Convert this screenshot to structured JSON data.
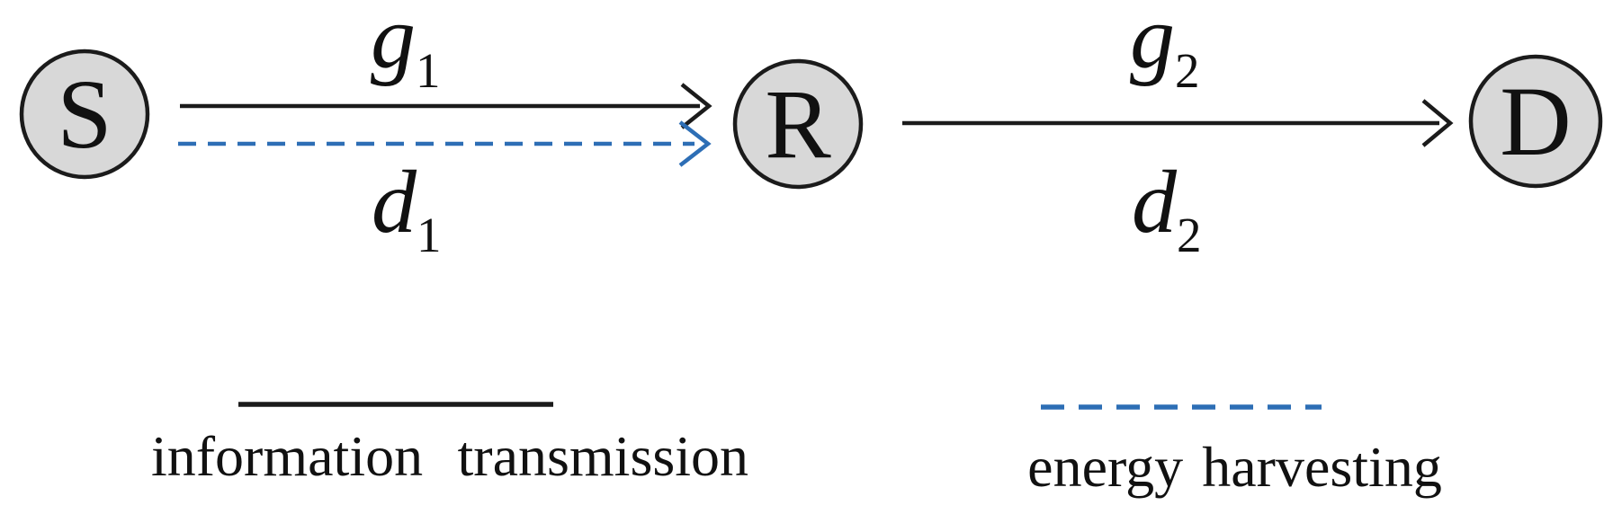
{
  "figure": {
    "background": "#ffffff",
    "node_fill": "#d8d8d8",
    "line_color": "#1b1b1b",
    "energy_color": "#2d6eb5"
  },
  "nodes": {
    "source": "S",
    "relay": "R",
    "destination": "D"
  },
  "links": {
    "s_to_r": {
      "gain_base": "g",
      "gain_sub": "1",
      "distance_base": "d",
      "distance_sub": "1"
    },
    "r_to_d": {
      "gain_base": "g",
      "gain_sub": "2",
      "distance_base": "d",
      "distance_sub": "2"
    }
  },
  "legend": {
    "information": {
      "label": "information transmission",
      "line_style": "solid",
      "color": "#1b1b1b"
    },
    "energy": {
      "label": "energy harvesting",
      "line_style": "dashed",
      "color": "#2d6eb5"
    }
  }
}
